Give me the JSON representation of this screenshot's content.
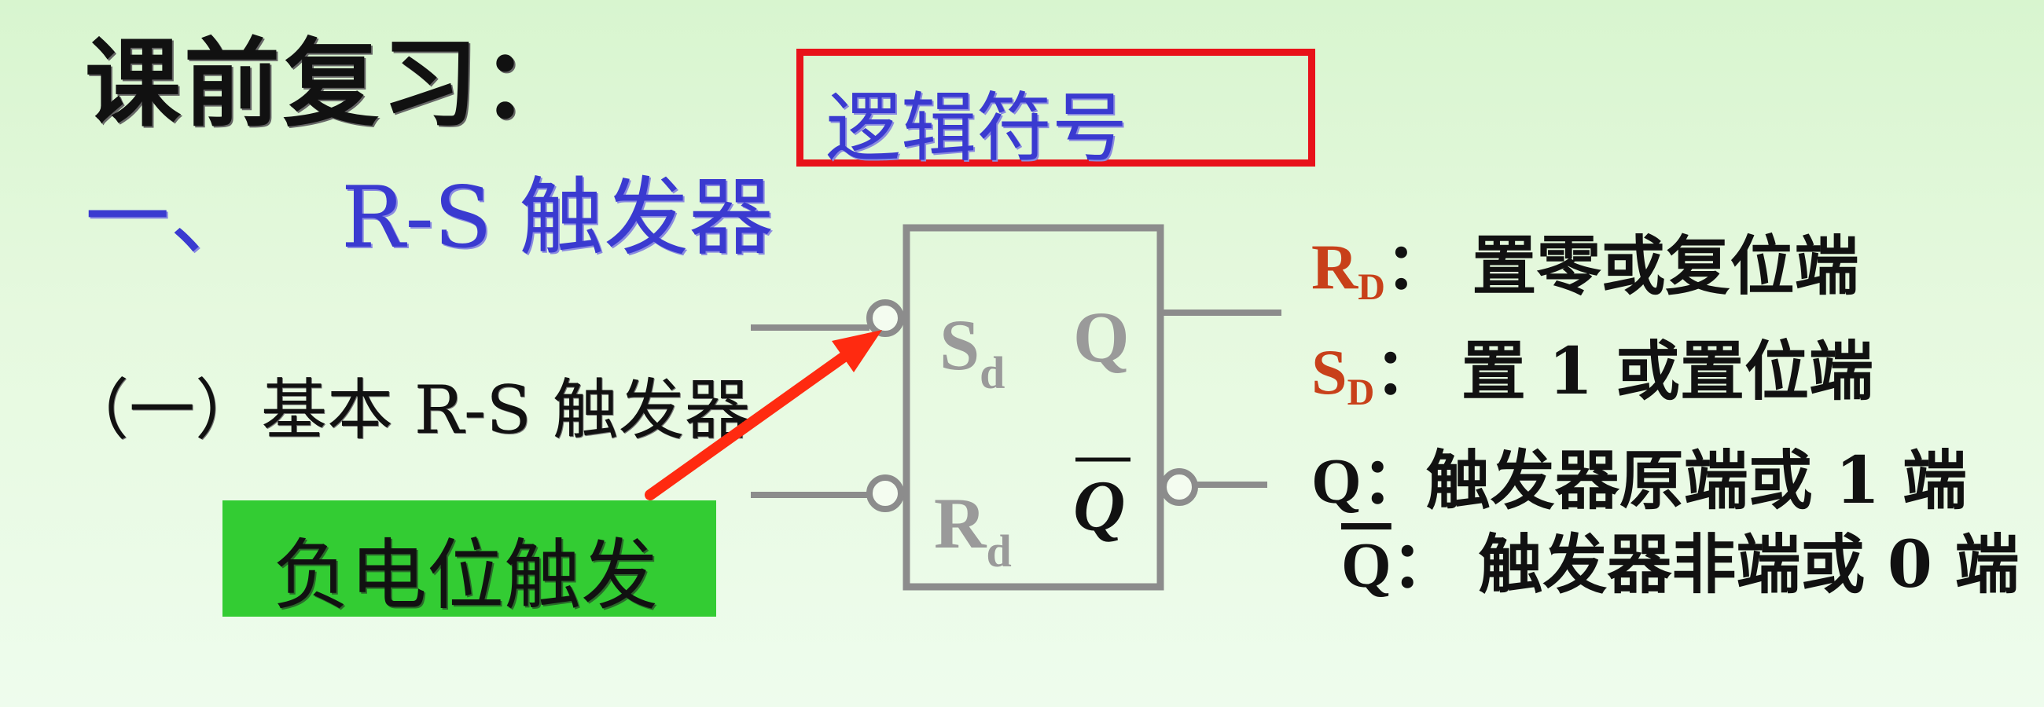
{
  "slide": {
    "title": "课前复习：",
    "subtitle_number": "一、",
    "subtitle_text": "R-S 触发器",
    "logic_symbol_label": "逻辑符号",
    "basic_flipflop": "（一）基本 R-S 触发器",
    "negative_trigger": "负电位触发"
  },
  "symbol": {
    "input_s": "S",
    "input_s_sub": "d",
    "input_r": "R",
    "input_r_sub": "d",
    "output_q": "Q",
    "output_qbar": "Q"
  },
  "descriptions": [
    {
      "label": "R",
      "sub": "D",
      "text": "：  置零或复位端"
    },
    {
      "label": "S",
      "sub": "D",
      "text": "：  置 1 或置位端"
    },
    {
      "label": "Q",
      "sub": "",
      "text": "：触发器原端或 1 端"
    },
    {
      "label": "Q",
      "sub": "",
      "text": "：  触发器非端或 0 端"
    }
  ],
  "colors": {
    "title_blue": "#3a3ad0",
    "box_red": "#e8121a",
    "label_orange": "#c8401a",
    "green_box": "#33cc33",
    "symbol_gray": "#8c8c8c",
    "arrow_red": "#ff2a10"
  }
}
